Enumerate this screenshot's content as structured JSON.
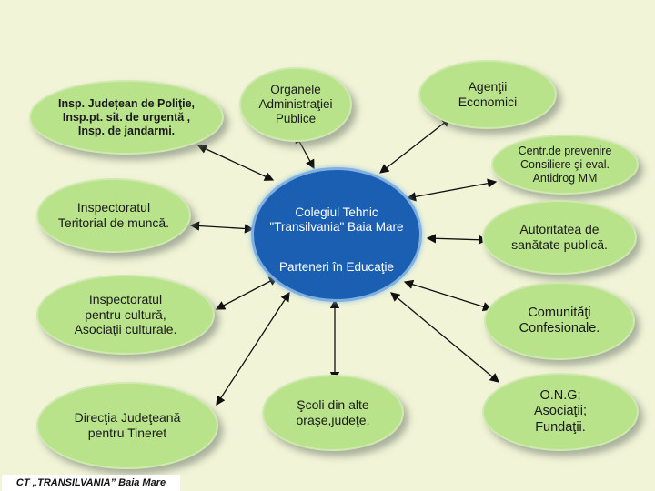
{
  "center": {
    "school": "Colegiul Tehnic\n\"Transilvania\" Baia Mare",
    "caption": "Parteneri în Educaţie"
  },
  "partners": [
    {
      "id": "politie",
      "label": "Insp. Județean de Poliţie,\nInsp.pt. sit. de urgentă ,\nInsp. de jandarmi."
    },
    {
      "id": "administratie",
      "label": "Organele\nAdministraţiei\nPublice"
    },
    {
      "id": "agenti",
      "label": "Agenţii\nEconomici"
    },
    {
      "id": "antidrog",
      "label": "Centr.de prevenire\nConsiliere şi eval.\nAntidrog MM"
    },
    {
      "id": "munca",
      "label": "Inspectoratul\nTeritorial de muncă."
    },
    {
      "id": "sanatate",
      "label": "Autoritatea de\nsanătate publică."
    },
    {
      "id": "cultura",
      "label": "Inspectoratul\npentru cultură,\nAsociaţii culturale."
    },
    {
      "id": "confesionale",
      "label": "Comunităţi\nConfesionale."
    },
    {
      "id": "scoli",
      "label": "Şcoli din alte\noraşe,judeţe."
    },
    {
      "id": "ong",
      "label": "O.N.G;\nAsociaţii;\nFundaţii."
    },
    {
      "id": "tineret",
      "label": "Direcţia Judeţeană\npentru Tineret"
    }
  ],
  "footer": "CT „TRANSILVANIA” Baia Mare",
  "colors": {
    "background": "#f1f4d6",
    "node_fill": "#b9e38a",
    "hub_fill": "#1b5fb3",
    "arrow": "#111111"
  }
}
